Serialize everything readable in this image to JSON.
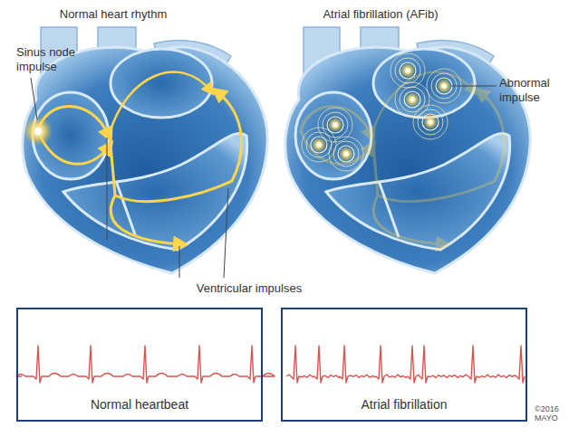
{
  "diagram": {
    "nodes": [
      {
        "text": [
          "Normal heartbeat"
        ]
      },
      {
        "text": [
          "Atrial fibrillation"
        ]
      }
    ],
    "labels": [
      "Normal heart rhythm",
      "Atrial fibrillation (AFib)",
      "Sinus node impulse",
      "Abnormal impulse",
      "Ventricular impulses",
      "©2016 MAYO"
    ]
  }
}
